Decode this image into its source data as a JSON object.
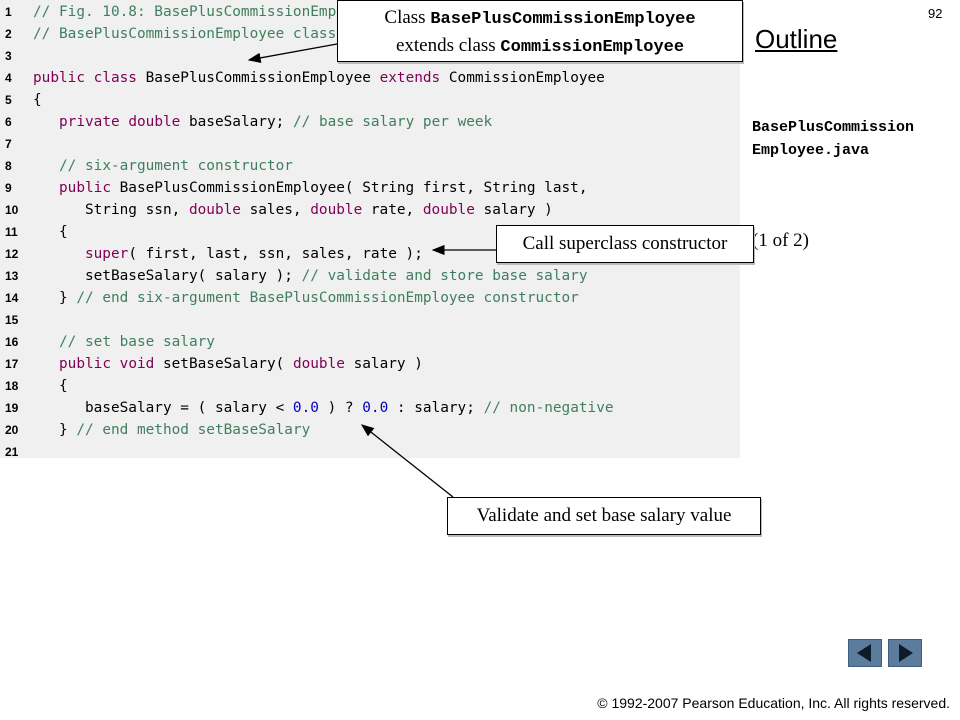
{
  "slide": {
    "page_number": "92",
    "outline_title": "Outline",
    "file_name_line1": "BasePlusCommission",
    "file_name_line2": "Employee.java",
    "part_indicator": "(1 of 2)",
    "copyright": "© 1992-2007 Pearson Education, Inc.  All rights reserved."
  },
  "callouts": {
    "class_decl_prefix": "Class ",
    "class_decl_name": "BasePlusCommissionEmployee",
    "extends_prefix": "extends class ",
    "extends_name": "CommissionEmployee",
    "super_ctor": "Call superclass constructor",
    "validate": "Validate and set base salary value"
  },
  "code": {
    "lines": [
      {
        "n": "1",
        "t": "// Fig. 10.8: BasePlusCommissionEmp"
      },
      {
        "n": "2",
        "t": "// BasePlusCommissionEmployee class"
      },
      {
        "n": "3",
        "t": ""
      },
      {
        "n": "4",
        "t": "public class BasePlusCommissionEmployee extends CommissionEmployee"
      },
      {
        "n": "5",
        "t": "{"
      },
      {
        "n": "6",
        "t": "   private double baseSalary; // base salary per week"
      },
      {
        "n": "7",
        "t": ""
      },
      {
        "n": "8",
        "t": "   // six-argument constructor"
      },
      {
        "n": "9",
        "t": "   public BasePlusCommissionEmployee( String first, String last,"
      },
      {
        "n": "10",
        "t": "      String ssn, double sales, double rate, double salary )"
      },
      {
        "n": "11",
        "t": "   {"
      },
      {
        "n": "12",
        "t": "      super( first, last, ssn, sales, rate );"
      },
      {
        "n": "13",
        "t": "      setBaseSalary( salary ); // validate and store base salary"
      },
      {
        "n": "14",
        "t": "   } // end six-argument BasePlusCommissionEmployee constructor"
      },
      {
        "n": "15",
        "t": ""
      },
      {
        "n": "16",
        "t": "   // set base salary"
      },
      {
        "n": "17",
        "t": "   public void setBaseSalary( double salary )"
      },
      {
        "n": "18",
        "t": "   {"
      },
      {
        "n": "19",
        "t": "      baseSalary = ( salary < 0.0 ) ? 0.0 : salary; // non-negative"
      },
      {
        "n": "20",
        "t": "   } // end method setBaseSalary"
      },
      {
        "n": "21",
        "t": ""
      }
    ]
  },
  "nav": {
    "prev_icon": "triangle-left-icon",
    "next_icon": "triangle-right-icon"
  },
  "colors": {
    "keyword": "#7f0055",
    "comment": "#3f7f5f",
    "number": "#0000c0",
    "code_background": "#f0f0f0",
    "nav_button": "#5b7c9c"
  }
}
